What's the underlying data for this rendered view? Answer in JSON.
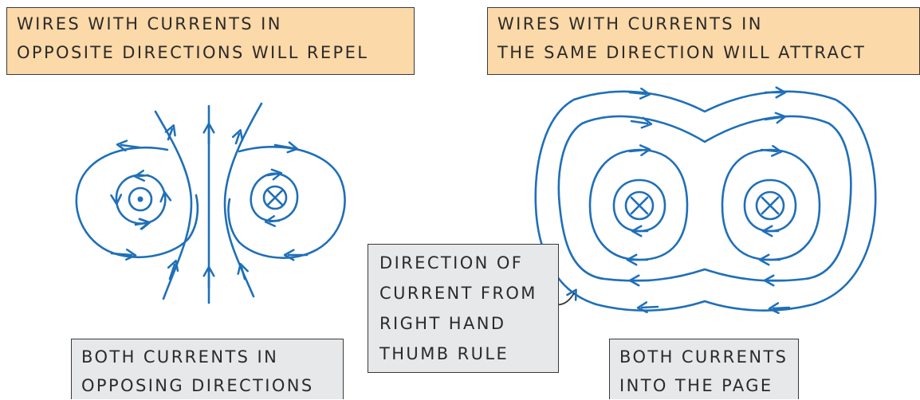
{
  "labels": {
    "left_header": [
      "WIRES WITH CURRENTS IN",
      "OPPOSITE DIRECTIONS WILL REPEL"
    ],
    "right_header": [
      "WIRES WITH CURRENTS IN",
      "THE SAME DIRECTION WILL ATTRACT"
    ],
    "note": [
      "DIRECTION OF",
      "CURRENT FROM",
      "RIGHT HAND",
      "THUMB RULE"
    ],
    "left_caption": [
      "BOTH CURRENTS IN",
      "OPPOSING DIRECTIONS"
    ],
    "right_caption": [
      "BOTH CURRENTS",
      "INTO THE PAGE"
    ]
  },
  "colors": {
    "field_line": "#1f6fb8",
    "header_fill": "#fcd9a8",
    "caption_fill": "#e6e8ea",
    "border": "#3a3a3a"
  },
  "wires": [
    {
      "name": "left-wire-out-of-page",
      "symbol": "dot"
    },
    {
      "name": "left-wire-into-page",
      "symbol": "cross"
    },
    {
      "name": "right-wire-1-into-page",
      "symbol": "cross"
    },
    {
      "name": "right-wire-2-into-page",
      "symbol": "cross"
    }
  ]
}
